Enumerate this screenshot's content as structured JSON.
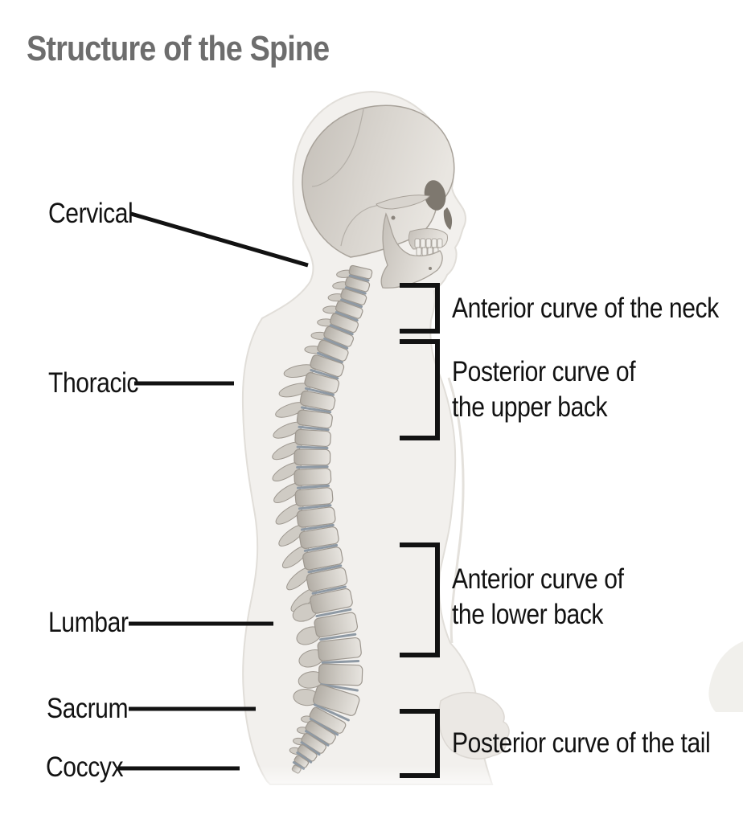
{
  "title": "Structure of the Spine",
  "spine_regions": [
    {
      "label": "Cervical"
    },
    {
      "label": "Thoracic"
    },
    {
      "label": "Lumbar"
    },
    {
      "label": "Sacrum"
    },
    {
      "label": "Coccyx"
    }
  ],
  "curve_annotations": [
    {
      "lines": [
        "Anterior curve of the neck",
        ""
      ]
    },
    {
      "lines": [
        "Posterior curve of",
        "the upper back"
      ]
    },
    {
      "lines": [
        "Anterior curve of",
        "the lower back"
      ]
    },
    {
      "lines": [
        "Posterior curve of the tail",
        ""
      ]
    }
  ],
  "colors": {
    "background": "#ffffff",
    "title_text": "#6d6d6d",
    "label_text": "#121212",
    "annotation_line": "#121212",
    "body_silhouette": "#f2f0ed",
    "body_edge": "#e1ded9",
    "bone": "#cfcbc4",
    "bone_outline": "#9d978f",
    "disc": "#8e99a4"
  }
}
